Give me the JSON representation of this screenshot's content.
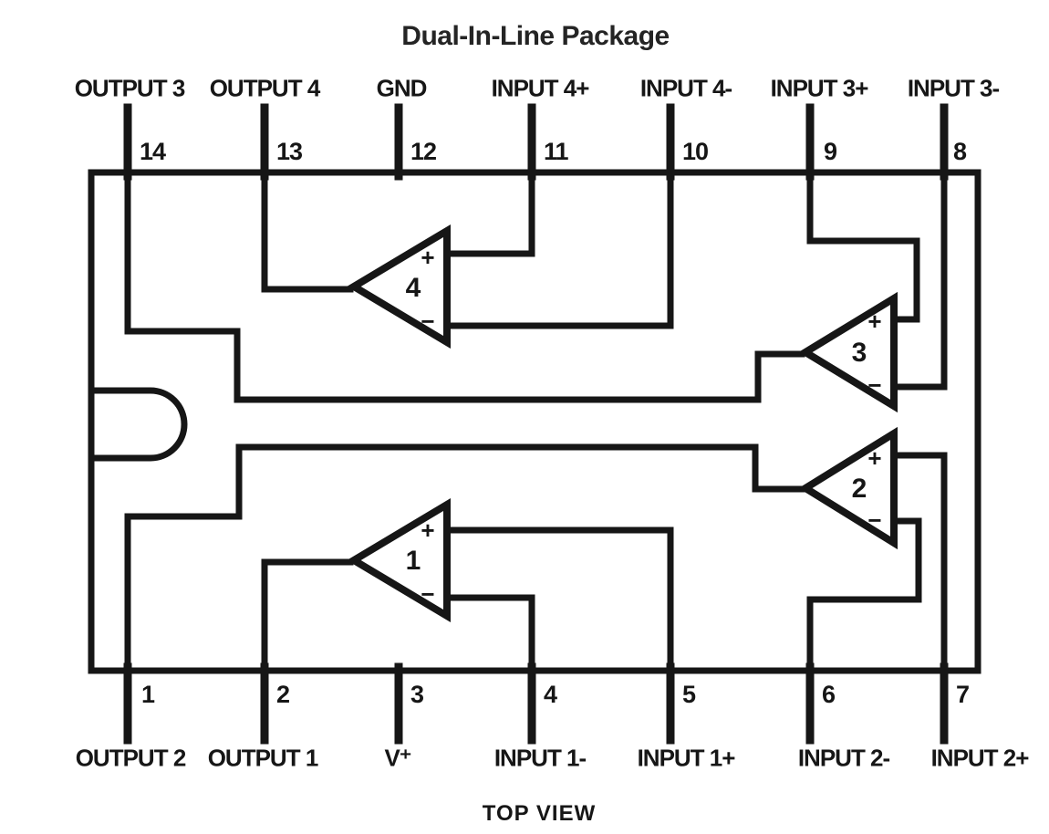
{
  "title": "Dual-In-Line Package",
  "caption": "TOP VIEW",
  "ink_color": "#161616",
  "background_color": "#ffffff",
  "package": {
    "type": "DIP-14",
    "pin_count": 14,
    "notch_side": "left"
  },
  "top_pins": [
    {
      "number": "14",
      "label": "OUTPUT 3"
    },
    {
      "number": "13",
      "label": "OUTPUT 4"
    },
    {
      "number": "12",
      "label": "GND"
    },
    {
      "number": "11",
      "label": "INPUT 4+"
    },
    {
      "number": "10",
      "label": "INPUT 4-"
    },
    {
      "number": "9",
      "label": "INPUT 3+"
    },
    {
      "number": "8",
      "label": "INPUT 3-"
    }
  ],
  "bottom_pins": [
    {
      "number": "1",
      "label": "OUTPUT 2"
    },
    {
      "number": "2",
      "label": "OUTPUT 1"
    },
    {
      "number": "3",
      "label": "V⁺"
    },
    {
      "number": "4",
      "label": "INPUT 1-"
    },
    {
      "number": "5",
      "label": "INPUT 1+"
    },
    {
      "number": "6",
      "label": "INPUT 2-"
    },
    {
      "number": "7",
      "label": "INPUT 2+"
    }
  ],
  "amplifiers": [
    {
      "number": "1",
      "plus": "+",
      "minus": "−"
    },
    {
      "number": "2",
      "plus": "+",
      "minus": "−"
    },
    {
      "number": "3",
      "plus": "+",
      "minus": "−"
    },
    {
      "number": "4",
      "plus": "+",
      "minus": "−"
    }
  ]
}
